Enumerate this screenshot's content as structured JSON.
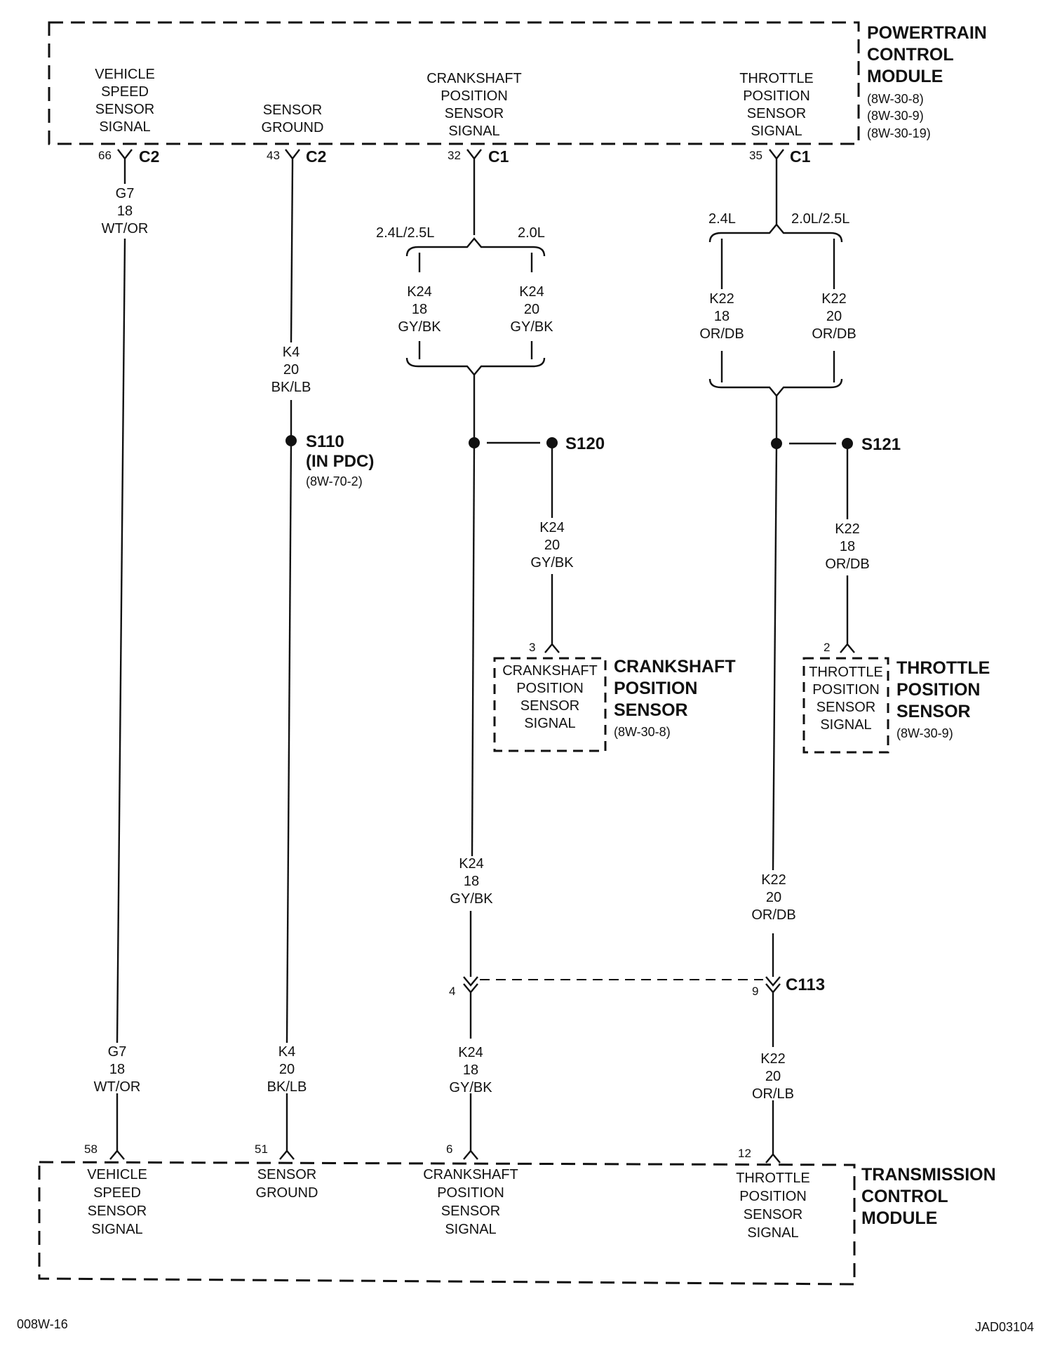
{
  "pcm": {
    "title": [
      "POWERTRAIN",
      "CONTROL",
      "MODULE"
    ],
    "refs": [
      "(8W-30-8)",
      "(8W-30-9)",
      "(8W-30-19)"
    ],
    "vss_label": [
      "VEHICLE",
      "SPEED",
      "SENSOR",
      "SIGNAL"
    ],
    "gnd_label": [
      "SENSOR",
      "GROUND"
    ],
    "ckp_label": [
      "CRANKSHAFT",
      "POSITION",
      "SENSOR",
      "SIGNAL"
    ],
    "tps_label": [
      "THROTTLE",
      "POSITION",
      "SENSOR",
      "SIGNAL"
    ],
    "pins": {
      "vss": {
        "num": "66",
        "conn": "C2"
      },
      "gnd": {
        "num": "43",
        "conn": "C2"
      },
      "ckp": {
        "num": "32",
        "conn": "C1"
      },
      "tps": {
        "num": "35",
        "conn": "C1"
      }
    }
  },
  "wires": {
    "g7_top": [
      "G7",
      "18",
      "WT/OR"
    ],
    "g7_bot": [
      "G7",
      "18",
      "WT/OR"
    ],
    "k4_top": [
      "K4",
      "20",
      "BK/LB"
    ],
    "k4_bot": [
      "K4",
      "20",
      "BK/LB"
    ],
    "k24_left": [
      "K24",
      "18",
      "GY/BK"
    ],
    "k24_right": [
      "K24",
      "20",
      "GY/BK"
    ],
    "k24_sensor": [
      "K24",
      "20",
      "GY/BK"
    ],
    "k24_mid": [
      "K24",
      "18",
      "GY/BK"
    ],
    "k24_bot": [
      "K24",
      "18",
      "GY/BK"
    ],
    "k22_left": [
      "K22",
      "18",
      "OR/DB"
    ],
    "k22_right": [
      "K22",
      "20",
      "OR/DB"
    ],
    "k22_sensor": [
      "K22",
      "18",
      "OR/DB"
    ],
    "k22_mid": [
      "K22",
      "20",
      "OR/DB"
    ],
    "k22_bot": [
      "K22",
      "20",
      "OR/LB"
    ]
  },
  "engine_options": {
    "ckp_left": "2.4L/2.5L",
    "ckp_right": "2.0L",
    "tps_left": "2.4L",
    "tps_right": "2.0L/2.5L"
  },
  "splices": {
    "s110": {
      "name": "S110",
      "sub": "(IN PDC)",
      "ref": "(8W-70-2)"
    },
    "s120": {
      "name": "S120"
    },
    "s121": {
      "name": "S121"
    }
  },
  "ckp_sensor": {
    "pin": "3",
    "inner": [
      "CRANKSHAFT",
      "POSITION",
      "SENSOR",
      "SIGNAL"
    ],
    "title": [
      "CRANKSHAFT",
      "POSITION",
      "SENSOR"
    ],
    "ref": "(8W-30-8)"
  },
  "tps_sensor": {
    "pin": "2",
    "inner": [
      "THROTTLE",
      "POSITION",
      "SENSOR",
      "SIGNAL"
    ],
    "title": [
      "THROTTLE",
      "POSITION",
      "SENSOR"
    ],
    "ref": "(8W-30-9)"
  },
  "c113": {
    "name": "C113",
    "pin_left": "4",
    "pin_right": "9"
  },
  "tcm": {
    "title": [
      "TRANSMISSION",
      "CONTROL",
      "MODULE"
    ],
    "vss_label": [
      "VEHICLE",
      "SPEED",
      "SENSOR",
      "SIGNAL"
    ],
    "gnd_label": [
      "SENSOR",
      "GROUND"
    ],
    "ckp_label": [
      "CRANKSHAFT",
      "POSITION",
      "SENSOR",
      "SIGNAL"
    ],
    "tps_label": [
      "THROTTLE",
      "POSITION",
      "SENSOR",
      "SIGNAL"
    ],
    "pins": {
      "vss": "58",
      "gnd": "51",
      "ckp": "6",
      "tps": "12"
    }
  },
  "footer": {
    "left": "008W-16",
    "right": "JAD03104"
  }
}
